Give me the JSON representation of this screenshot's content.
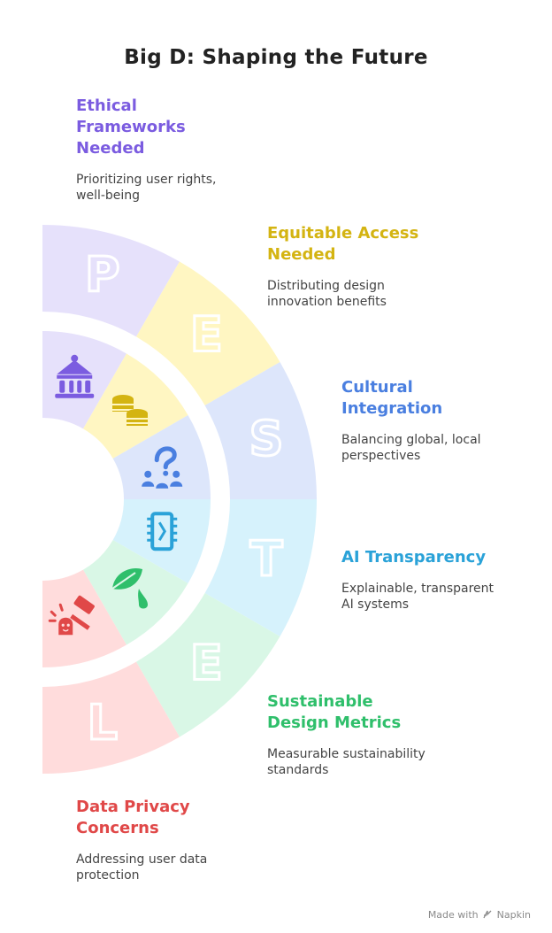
{
  "title": "Big D: Shaping the Future",
  "segments": [
    {
      "letter": "P",
      "icon": "government-building-icon",
      "heading": "Ethical Frameworks Needed",
      "description": "Prioritizing user rights, well-being",
      "outer_color": "#e6e1fb",
      "inner_color": "#e6e1fb",
      "accent": "#7b5ce0"
    },
    {
      "letter": "E",
      "icon": "coins-stack-icon",
      "heading": "Equitable Access Needed",
      "description": "Distributing design innovation benefits",
      "outer_color": "#fff6c2",
      "inner_color": "#fff6c2",
      "accent": "#d4b412"
    },
    {
      "letter": "S",
      "icon": "people-question-icon",
      "heading": "Cultural Integration",
      "description": "Balancing global, local perspectives",
      "outer_color": "#dde6fb",
      "inner_color": "#dde6fb",
      "accent": "#4a7fe0"
    },
    {
      "letter": "T",
      "icon": "microchip-icon",
      "heading": "AI Transparency",
      "description": "Explainable, transparent AI systems",
      "outer_color": "#d6f2fc",
      "inner_color": "#d6f2fc",
      "accent": "#2aa2d8"
    },
    {
      "letter": "E",
      "icon": "leaf-water-drop-icon",
      "heading": "Sustainable Design Metrics",
      "description": "Measurable sustainability standards",
      "outer_color": "#d9f7e6",
      "inner_color": "#d9f7e6",
      "accent": "#2fbf6b"
    },
    {
      "letter": "L",
      "icon": "gavel-icon",
      "heading": "Data Privacy Concerns",
      "description": "Addressing user data protection",
      "outer_color": "#ffdcdc",
      "inner_color": "#ffdcdc",
      "accent": "#e04848"
    }
  ],
  "footer": {
    "text": "Made with",
    "brand": "Napkin"
  }
}
